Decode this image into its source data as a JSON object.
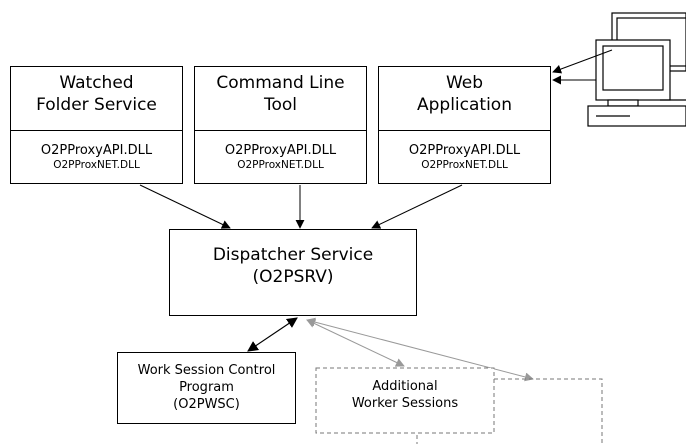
{
  "services": [
    {
      "title": "Watched\nFolder Service",
      "dll_primary": "O2PProxyAPI.DLL",
      "dll_secondary": "O2PProxNET.DLL"
    },
    {
      "title": "Command Line\nTool",
      "dll_primary": "O2PProxyAPI.DLL",
      "dll_secondary": "O2PProxNET.DLL"
    },
    {
      "title": "Web\nApplication",
      "dll_primary": "O2PProxyAPI.DLL",
      "dll_secondary": "O2PProxNET.DLL"
    }
  ],
  "dispatcher": {
    "title": "Dispatcher Service\n(O2PSRV)"
  },
  "work_session": {
    "title": "Work Session Control\nProgram\n(O2PWSC)"
  },
  "additional": {
    "title": "Additional\nWorker Sessions"
  },
  "colors": {
    "line": "#000000",
    "gray_line": "#999999",
    "dashed": "#777777"
  }
}
